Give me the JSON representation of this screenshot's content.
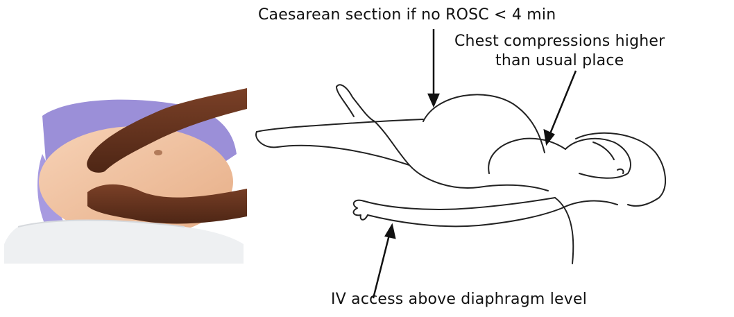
{
  "annotations": {
    "caesarean": "Caesarean section if no ROSC < 4 min",
    "chest_line1": "Chest compressions higher",
    "chest_line2": "than usual place",
    "iv_access": "IV access above diaphragm level"
  },
  "colors": {
    "text": "#111111",
    "line_art": "#222222",
    "gown": "#9b8fd8",
    "skin_dark": "#6b3a24",
    "skin_light": "#f2c6a6",
    "sheet": "#eef0f2"
  }
}
